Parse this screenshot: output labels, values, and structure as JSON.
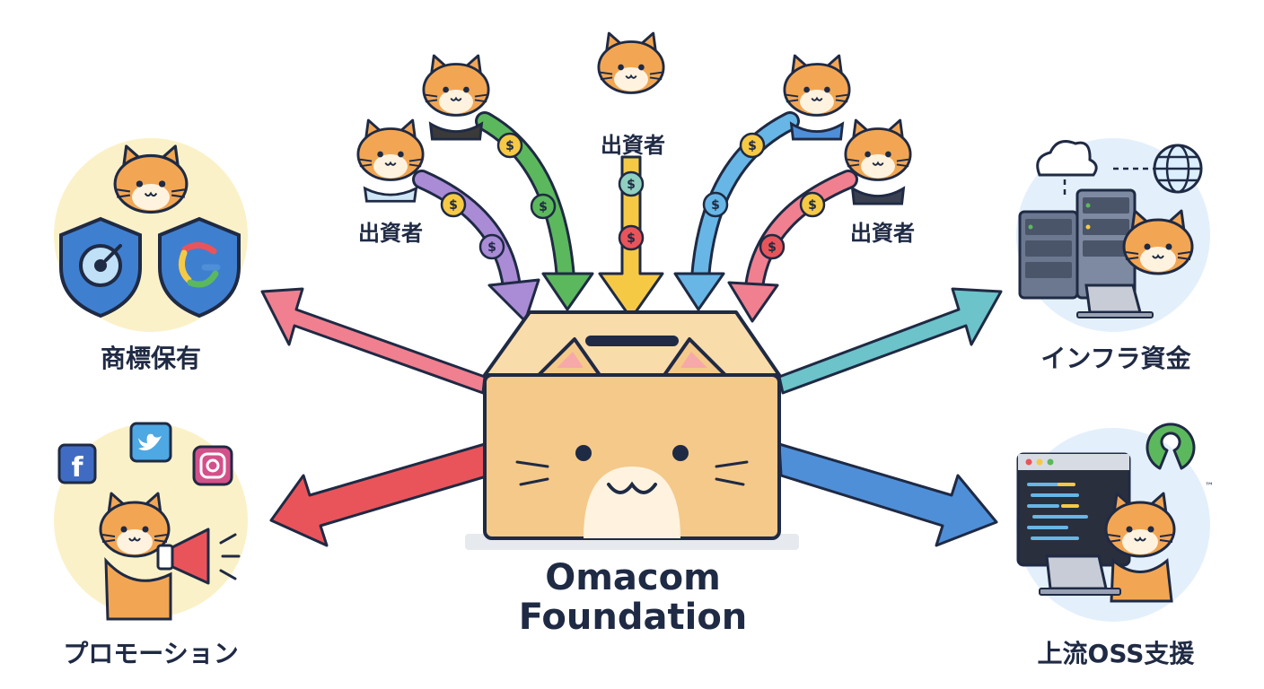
{
  "center": {
    "title_line1": "Omacom",
    "title_line2": "Foundation"
  },
  "investors": {
    "label_left": "出資者",
    "label_top": "出資者",
    "label_right": "出資者"
  },
  "uses": {
    "top_left": "商標保有",
    "bottom_left": "プロモーション",
    "top_right": "インフラ資金",
    "bottom_right": "上流OSS支援"
  },
  "coin_symbol": "$",
  "brand_text": {
    "facebook": "f",
    "tm": "™"
  },
  "colors": {
    "navy": "#1f2a44",
    "box": "#f4c98a",
    "cat_orange": "#f2a653",
    "arrow_pink": "#f07f8f",
    "arrow_red": "#e9545a",
    "arrow_teal": "#6cc3c9",
    "arrow_blue": "#4f8fd8",
    "arrow_green": "#5cb85c",
    "arrow_yellow": "#f6c945",
    "arrow_purple": "#a98bd6",
    "arrow_lightblue": "#67b6e6",
    "bg_yellow": "#fbf1c8",
    "bg_blue": "#e3f0fb"
  }
}
